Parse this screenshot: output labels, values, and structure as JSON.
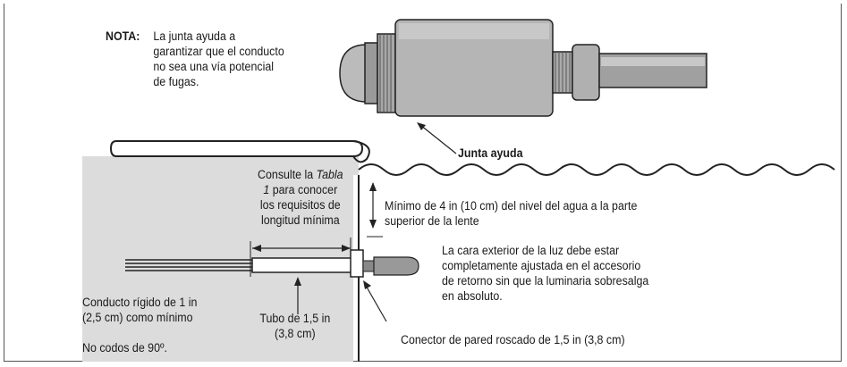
{
  "note": {
    "label": "NOTA:",
    "text_lines": [
      "La junta ayuda a",
      "garantizar que el conducto",
      "no sea una vía potencial",
      "de fugas."
    ]
  },
  "labels": {
    "gasket": "Junta ayuda",
    "consult_line1": "Consulte la",
    "consult_italic1": "Tabla",
    "consult_italic2": "1",
    "consult_line2_rest": " para conocer",
    "consult_line3": "los requisitos de",
    "consult_line4": "longitud mínima",
    "min_water_line1": "Mínimo de 4 in (10 cm) del nivel del agua a la parte",
    "min_water_line2": "superior de la lente",
    "face_line1": "La cara exterior de la luz debe estar",
    "face_line2": "completamente ajustada en el accesorio",
    "face_line3": "de retorno sin que la luminaria sobresalga",
    "face_line4": "en absoluto.",
    "conduit_line1": "Conducto rígido de 1 in",
    "conduit_line2": "(2,5 cm) como mínimo",
    "no_elbows": "No codos de 90º.",
    "tube_line1": "Tubo de 1,5 in",
    "tube_line2": "(3,8 cm)",
    "wall_connector": "Conector de pared roscado de 1,5 in (3,8 cm)"
  }
}
